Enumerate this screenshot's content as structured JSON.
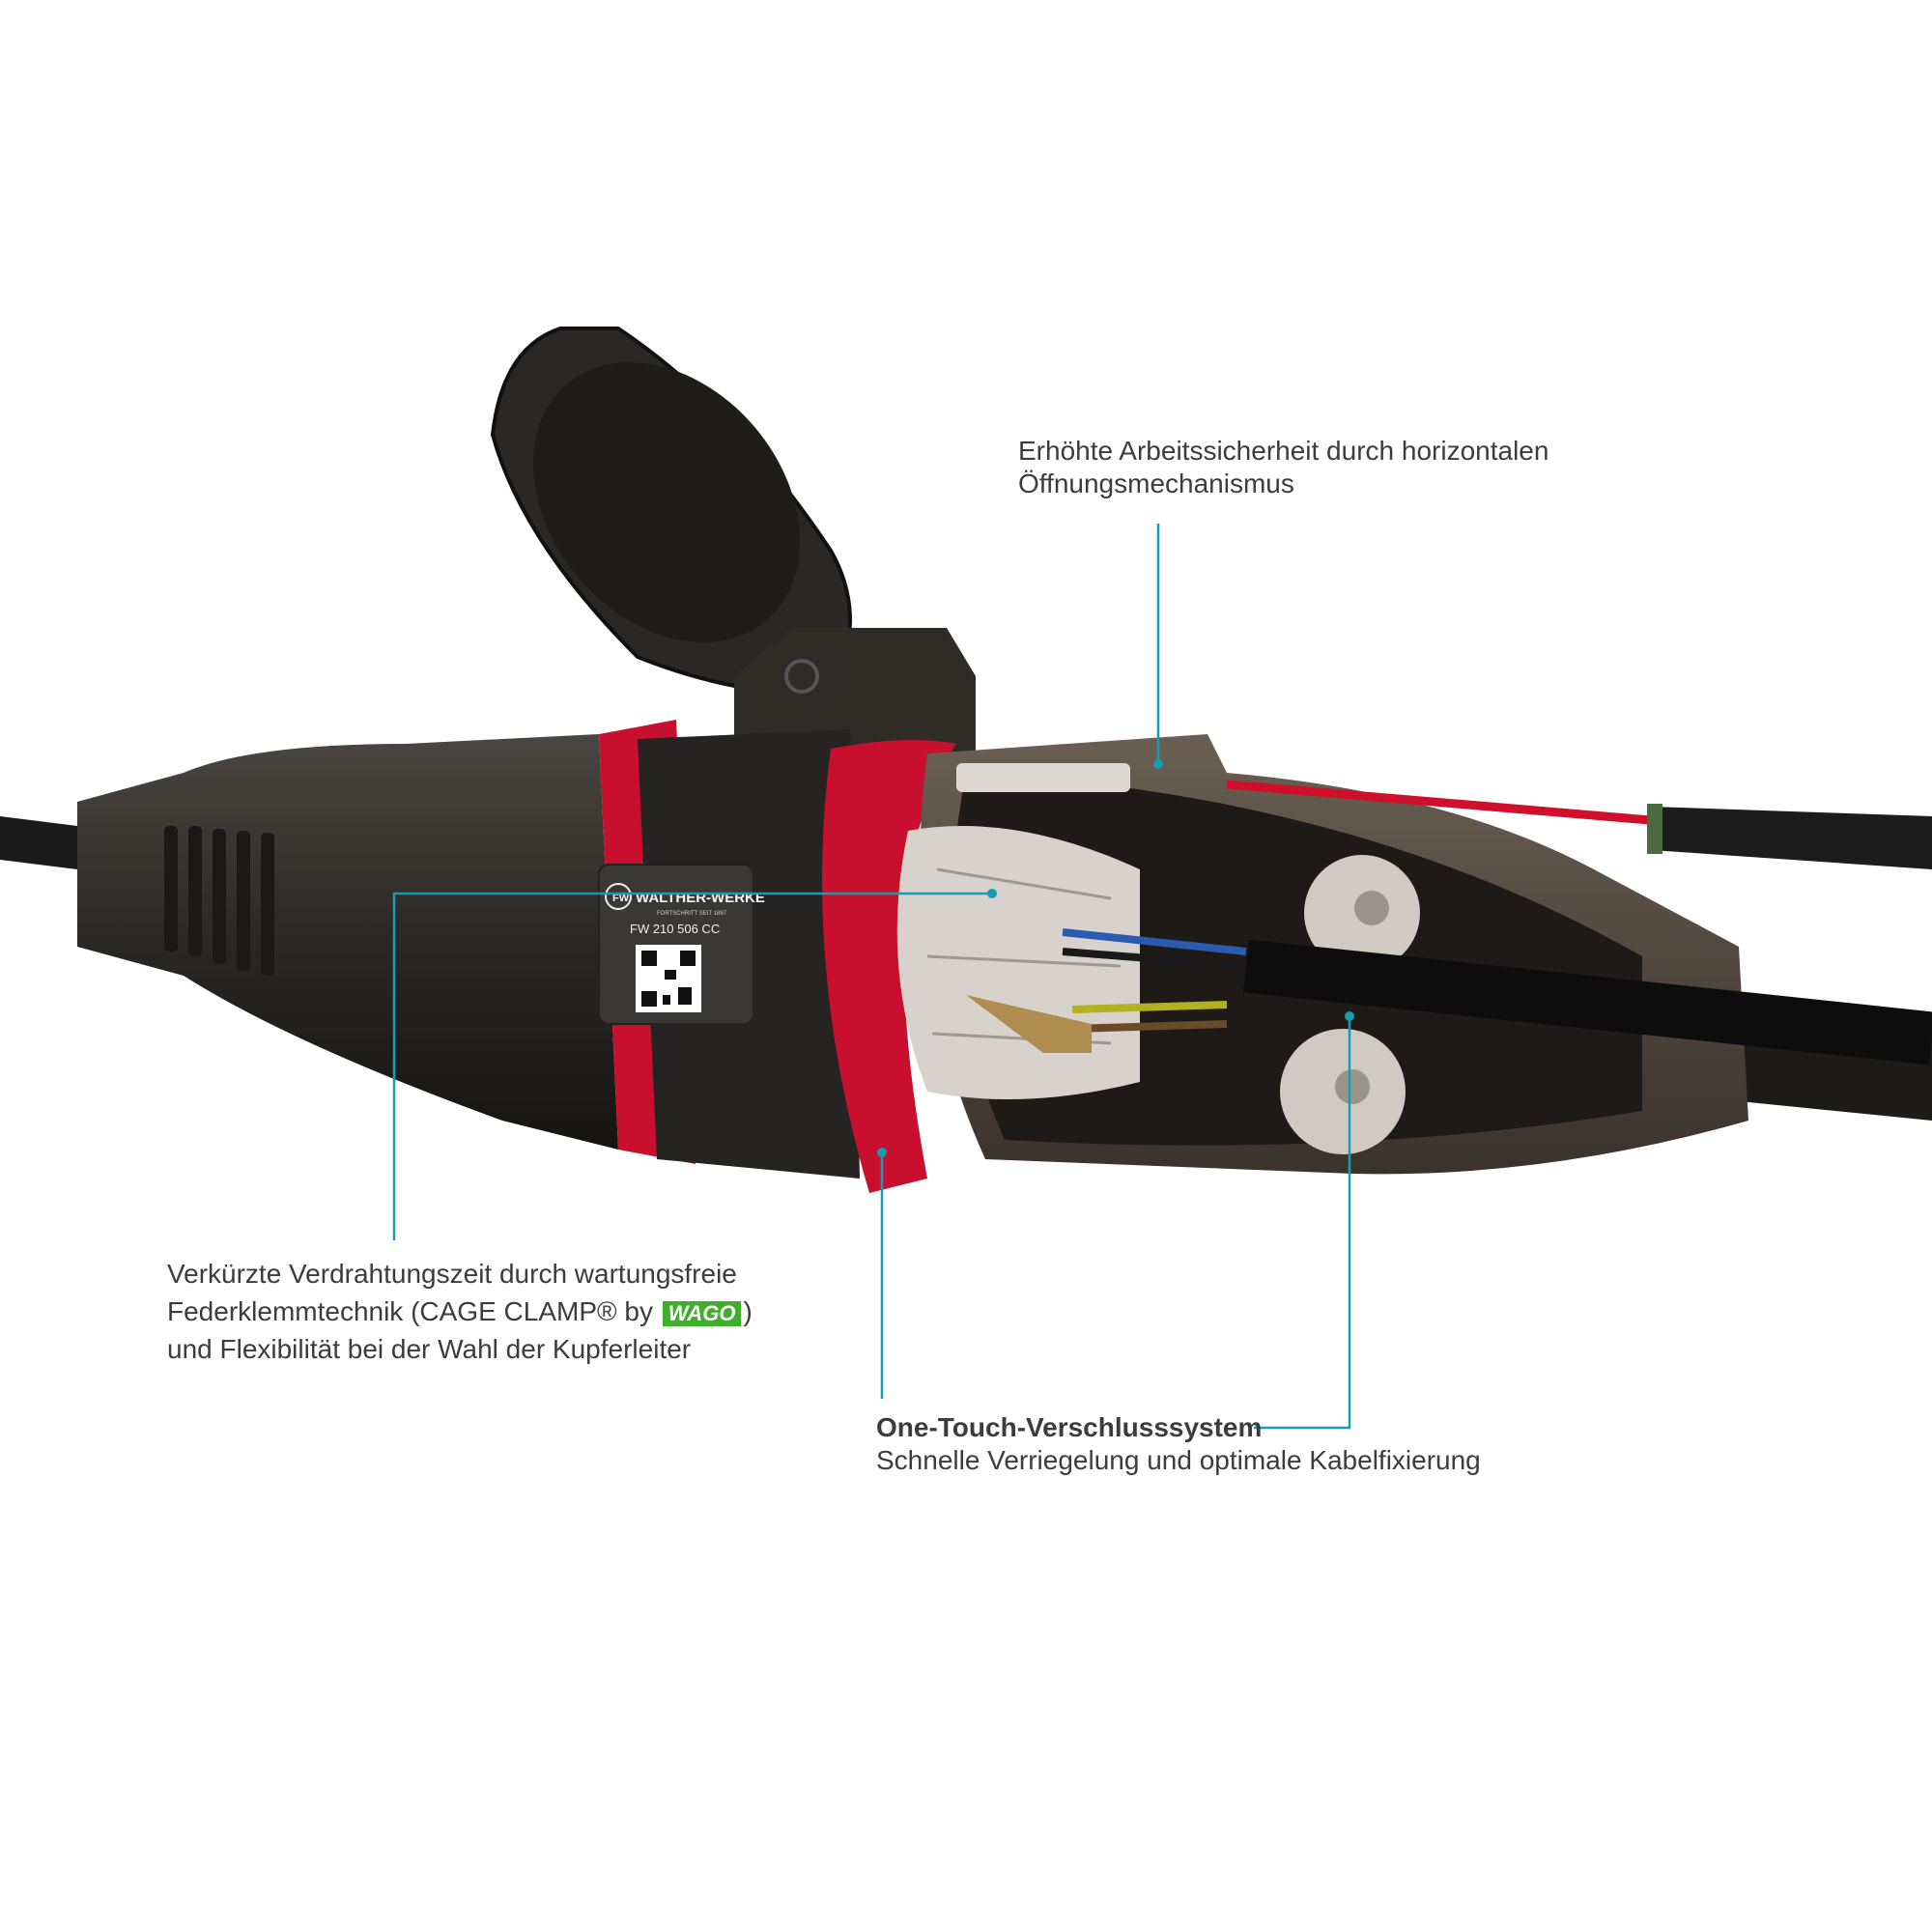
{
  "product_label": {
    "brand": "WALTHER-WERKE",
    "tagline": "FORTSCHRITT SEIT 1897",
    "model": "FW 210 506 CC",
    "logo_letters": "FW"
  },
  "annotations": {
    "top": {
      "line1": "Erhöhte Arbeitssicherheit durch horizontalen",
      "line2": "Öffnungsmechanismus"
    },
    "left": {
      "line1": "Verkürzte Verdrahtungszeit durch wartungsfreie",
      "line2_prefix": "Federklemmtechnik (CAGE CLAMP® by",
      "wago_logo": "WAGO",
      "line2_suffix": ")",
      "line3": "und Flexibilität bei der Wahl der Kupferleiter"
    },
    "bottom": {
      "title": "One-Touch-Verschlusssystem",
      "subtitle": "Schnelle Verriegelung und optimale Kabelfixierung"
    }
  },
  "colors": {
    "leader": "#1a9bb0",
    "accent_red": "#c8102e",
    "body": "#2b2926",
    "wago_green": "#3fae2a"
  }
}
